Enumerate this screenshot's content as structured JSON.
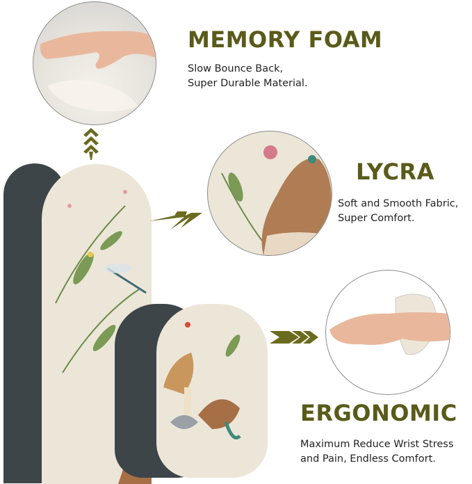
{
  "features": [
    {
      "title": "MEMORY FOAM",
      "lines": [
        "Slow Bounce Back,",
        "Super Durable Material."
      ]
    },
    {
      "title": "LYCRA",
      "lines": [
        "Soft and Smooth Fabric,",
        "Super Comfort."
      ]
    },
    {
      "title": "ERGONOMIC",
      "lines": [
        "Maximum Reduce Wrist Stress",
        "and Pain, Endless Comfort."
      ]
    }
  ],
  "colors": {
    "title": "#5a5a1a",
    "arrow": "#6b6b1f",
    "pad_base": "#3d4548",
    "pad_fabric": "#ece6d8"
  }
}
